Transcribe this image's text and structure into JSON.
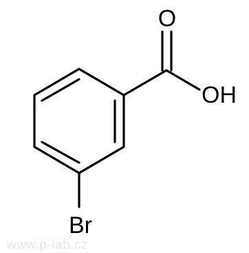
{
  "molecule": {
    "atoms": {
      "oxygen_double": "O",
      "hydroxyl": "OH",
      "bromine": "Br"
    },
    "colors": {
      "bond": "#000000",
      "label": "#000000",
      "watermark": "#e6e6e6"
    }
  },
  "watermark": {
    "text": "www.p-lab.cz"
  }
}
